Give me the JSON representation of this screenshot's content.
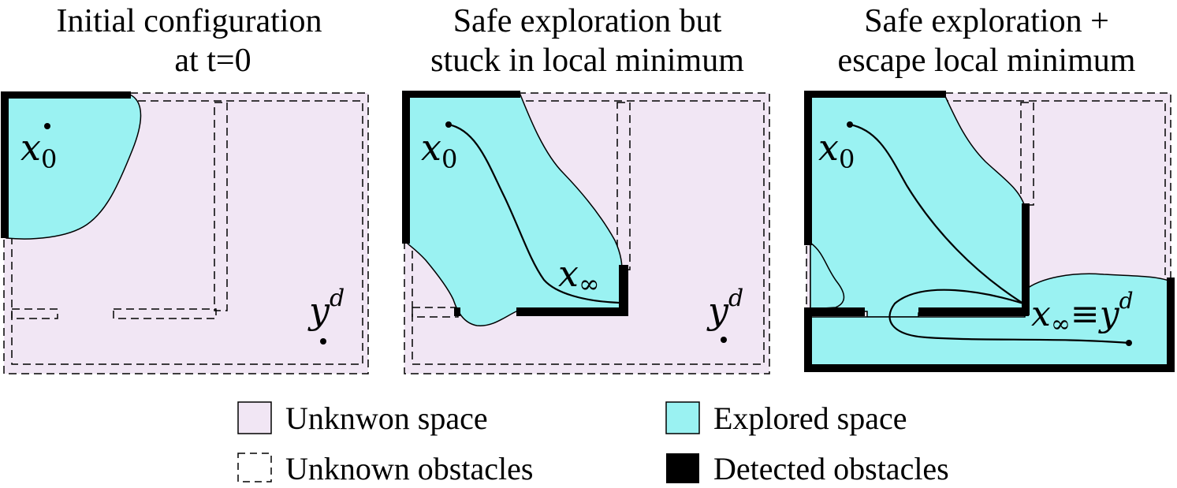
{
  "panels": [
    {
      "title_line1": "Initial configuration",
      "title_line2": "at t=0",
      "start_label": "x",
      "start_sub": "0",
      "goal_label": "y",
      "goal_sup": "d"
    },
    {
      "title_line1": "Safe exploration but",
      "title_line2": "stuck in local minimum",
      "start_label": "x",
      "start_sub": "0",
      "end_label": "x",
      "end_sub": "∞",
      "goal_label": "y",
      "goal_sup": "d"
    },
    {
      "title_line1": "Safe exploration +",
      "title_line2": "escape local minimum",
      "start_label": "x",
      "start_sub": "0",
      "end_label": "x",
      "end_sub": "∞",
      "equiv": "≡",
      "goal_label": "y",
      "goal_sup": "d"
    }
  ],
  "legend": {
    "unknown_space": "Unknwon space",
    "explored_space": "Explored space",
    "unknown_obstacles": "Unknown obstacles",
    "detected_obstacles": "Detected obstacles"
  },
  "colors": {
    "unknown_space": "#f1e6f4",
    "explored_space": "#9af2f2",
    "obstacle": "#000000"
  }
}
